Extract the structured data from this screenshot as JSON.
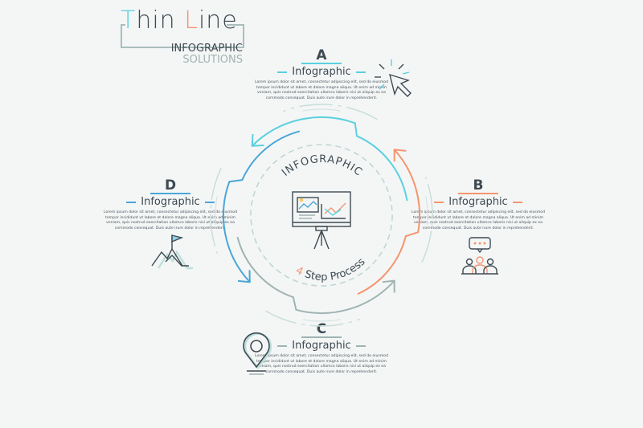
{
  "logo": {
    "title_part1": "T",
    "title_part2": "hin ",
    "title_part3": "L",
    "title_part4": "ine",
    "subtitle1": "INFOGRAPHIC",
    "subtitle2": "SOLUTIONS"
  },
  "center": {
    "top_text": "INFOGRAPHIC",
    "step_number": "4",
    "step_text": " Step Process"
  },
  "colors": {
    "a": "#5bd0e0",
    "b": "#f4956f",
    "c": "#9fb3b2",
    "d": "#4aa6d8",
    "dark": "#3e4a52"
  },
  "steps": [
    {
      "letter": "A",
      "heading": "Infographic",
      "text": "Lorem ipsum dolor sit amet, consectetur adipiscing elit, sed do eiusmod tempor incididunt ut labore et dolore magna aliqua. Ut enim ad minim veniam, quis nostrud exercitation ullamco laboris nisi ut aliquip ex ea commodo consequat. Duis aute irure dolor in reprehenderit.",
      "icon": "cursor-click-icon"
    },
    {
      "letter": "B",
      "heading": "Infographic",
      "text": "Lorem ipsum dolor sit amet, consectetur adipiscing elit, sed do eiusmod tempor incididunt ut labore et dolore magna aliqua. Ut enim ad minim veniam, quis nostrud exercitation ullamco laboris nisi ut aliquip ex ea commodo consequat. Duis aute irure dolor in reprehenderit.",
      "icon": "people-chat-icon"
    },
    {
      "letter": "C",
      "heading": "Infographic",
      "text": "Lorem ipsum dolor sit amet, consectetur adipiscing elit, sed do eiusmod tempor incididunt ut labore et dolore magna aliqua. Ut enim ad minim veniam, quis nostrud exercitation ullamco laboris nisi ut aliquip ex ea commodo consequat. Duis aute irure dolor in reprehenderit.",
      "icon": "map-pin-icon"
    },
    {
      "letter": "D",
      "heading": "Infographic",
      "text": "Lorem ipsum dolor sit amet, consectetur adipiscing elit, sed do eiusmod tempor incididunt ut labore et dolore magna aliqua. Ut enim ad minim veniam, quis nostrud exercitation ullamco laboris nisi ut aliquip ex ea commodo consequat. Duis aute irure dolor in reprehenderit.",
      "icon": "mountain-flag-icon"
    }
  ]
}
